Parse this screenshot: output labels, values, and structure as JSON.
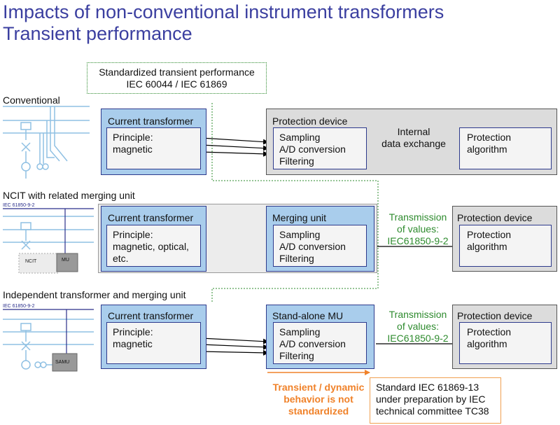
{
  "title_line1": "Impacts of non-conventional instrument transformers",
  "title_line2": "Transient performance",
  "standardized_box": "Standardized transient performance\nIEC 60044 / IEC 61869",
  "rows": {
    "conventional": {
      "label": "Conventional",
      "ct_title": "Current transformer",
      "ct_principle": "Principle:\nmagnetic",
      "pd_title": "Protection device",
      "sampling": "Sampling\nA/D conversion\nFiltering",
      "internal": "Internal\ndata exchange",
      "algo": "Protection\nalgorithm"
    },
    "ncit": {
      "label": "NCIT with related merging unit",
      "schematic_tag": "IEC 61850-9-2",
      "ncit_tag": "NCIT",
      "mu_tag": "MU",
      "ct_title": "Current transformer",
      "ct_principle": "Principle:\nmagnetic, optical,\netc.",
      "mu_title": "Merging unit",
      "sampling": "Sampling\nA/D conversion\nFiltering",
      "transmission": "Transmission\nof values:\nIEC61850-9-2",
      "pd_title": "Protection device",
      "algo": "Protection\nalgorithm"
    },
    "independent": {
      "label": "Independent transformer and merging unit",
      "schematic_tag": "IEC 61850-9-2",
      "samu_tag": "SAMU",
      "ct_title": "Current transformer",
      "ct_principle": "Principle:\nmagnetic",
      "mu_title": "Stand-alone MU",
      "sampling": "Sampling\nA/D conversion\nFiltering",
      "transmission": "Transmission\nof values:\nIEC61850-9-2",
      "pd_title": "Protection device",
      "algo": "Protection\nalgorithm"
    }
  },
  "note_orange": "Transient / dynamic\nbehavior is not\nstandardized",
  "standard_box": "Standard IEC 61869-13\nunder preparation by IEC\ntechnical committee TC38",
  "colors": {
    "title": "#3b3fa0",
    "box_fill": "#a9cdec",
    "green": "#2e8b2e",
    "orange": "#f0822a"
  }
}
